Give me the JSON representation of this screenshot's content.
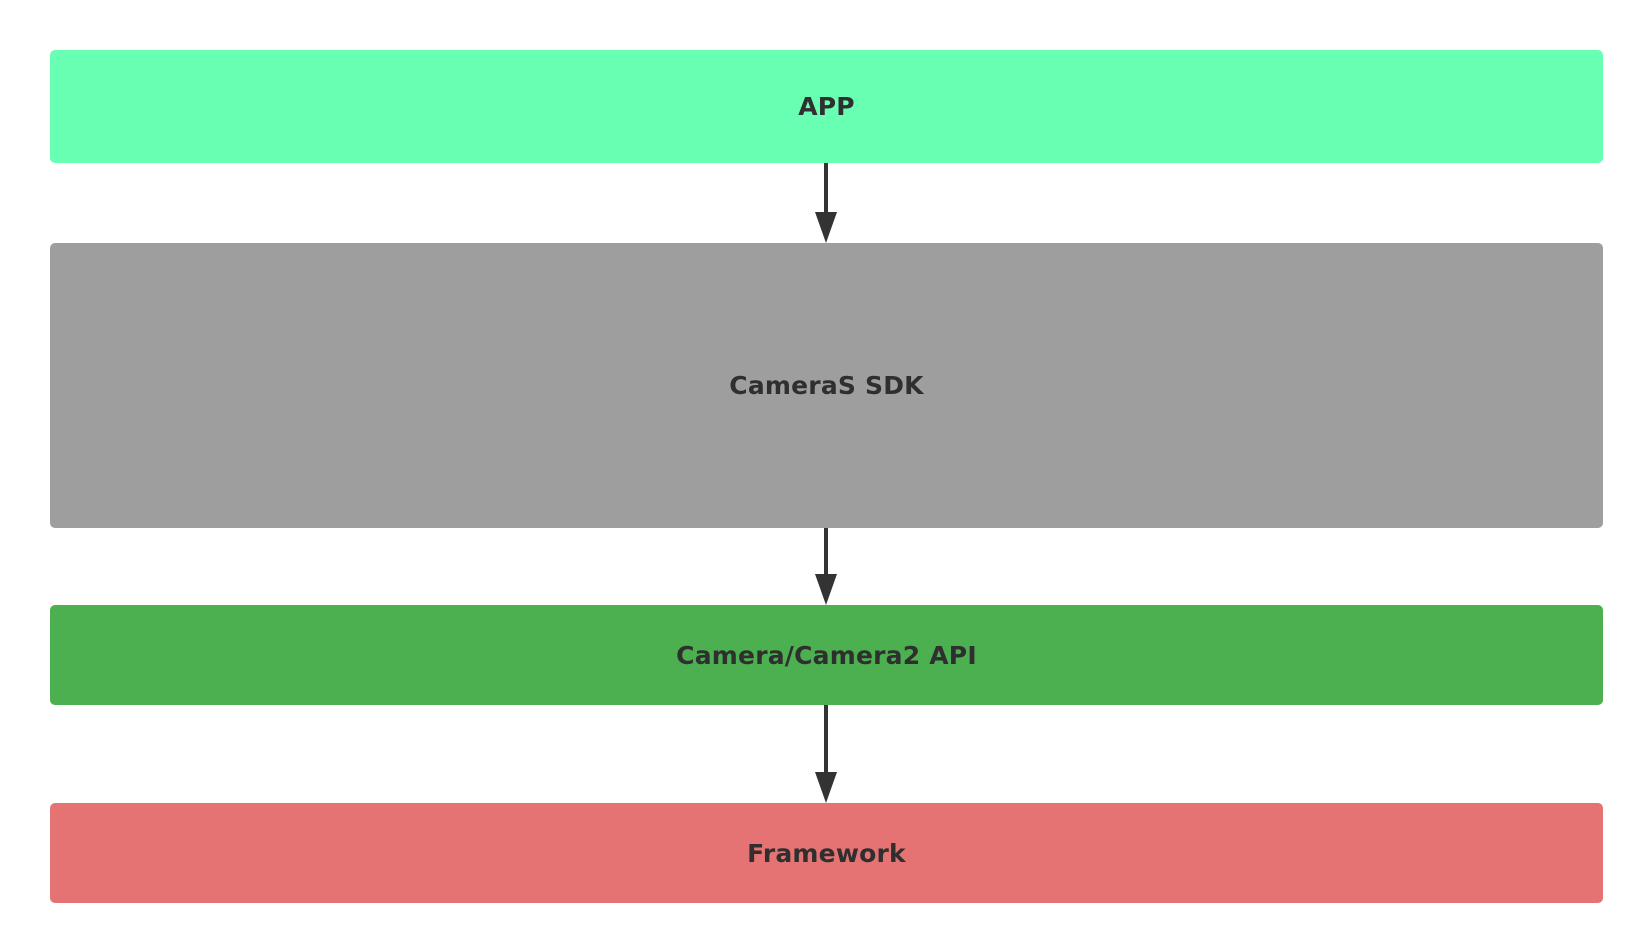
{
  "layers": [
    {
      "id": "app",
      "label": "APP",
      "color": "#69ffb3"
    },
    {
      "id": "sdk",
      "label": "CameraS SDK",
      "color": "#9e9e9e"
    },
    {
      "id": "api",
      "label": "Camera/Camera2 API",
      "color": "#4caf50"
    },
    {
      "id": "framework",
      "label": "Framework",
      "color": "#e57373"
    }
  ],
  "connectors": [
    {
      "from": "app",
      "to": "sdk"
    },
    {
      "from": "sdk",
      "to": "api"
    },
    {
      "from": "api",
      "to": "framework"
    }
  ],
  "arrow_color": "#333333"
}
